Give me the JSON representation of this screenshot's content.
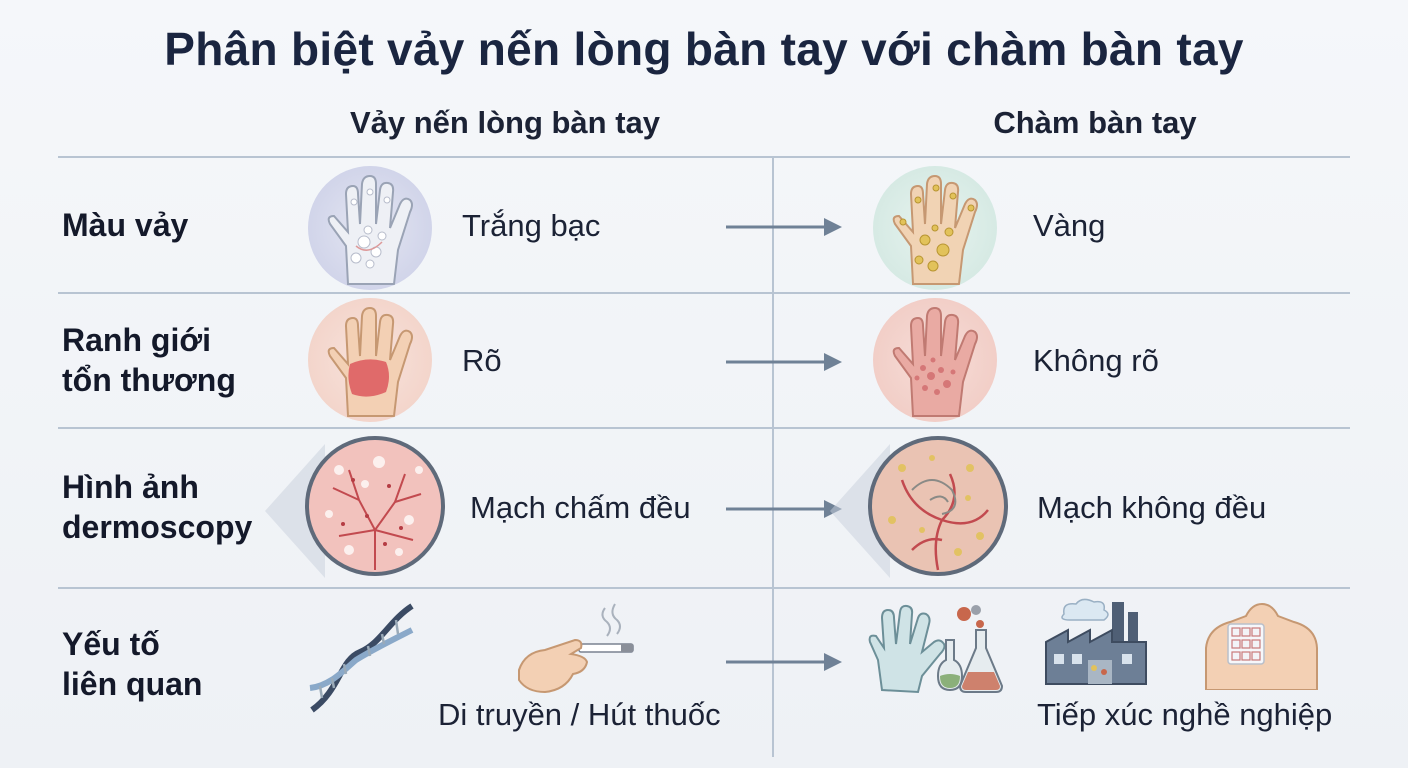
{
  "title": "Phân biệt vảy nến lòng bàn tay với chàm bàn tay",
  "columns": {
    "left": "Vảy nến lòng bàn tay",
    "right": "Chàm bàn tay"
  },
  "rows": [
    {
      "label_lines": [
        "Màu vảy"
      ],
      "left_value": "Trắng bạc",
      "right_value": "Vàng"
    },
    {
      "label_lines": [
        "Ranh giới",
        "tổn thương"
      ],
      "left_value": "Rõ",
      "right_value": "Không rõ"
    },
    {
      "label_lines": [
        "Hình ảnh",
        "dermoscopy"
      ],
      "left_value": "Mạch chấm đều",
      "right_value": "Mạch không đều"
    },
    {
      "label_lines": [
        "Yếu tố",
        "liên quan"
      ],
      "left_value": "Di truyền / Hút thuốc",
      "right_value": "Tiếp xúc nghề nghiệp"
    }
  ],
  "colors": {
    "divider": "#b8c4d2",
    "arrow": "#6f8196",
    "psoriasis_plaque": "#e06a6a",
    "eczema_scale": "#e2c25a"
  },
  "icons": [
    "hand-silver-scale-icon",
    "hand-yellow-scale-icon",
    "hand-clear-plaque-icon",
    "hand-diffuse-rash-icon",
    "dermoscopy-dotted-vessels-icon",
    "dermoscopy-irregular-vessels-icon",
    "dna-icon",
    "cigarette-hand-icon",
    "glove-chemicals-icon",
    "factory-icon",
    "patch-test-back-icon"
  ]
}
